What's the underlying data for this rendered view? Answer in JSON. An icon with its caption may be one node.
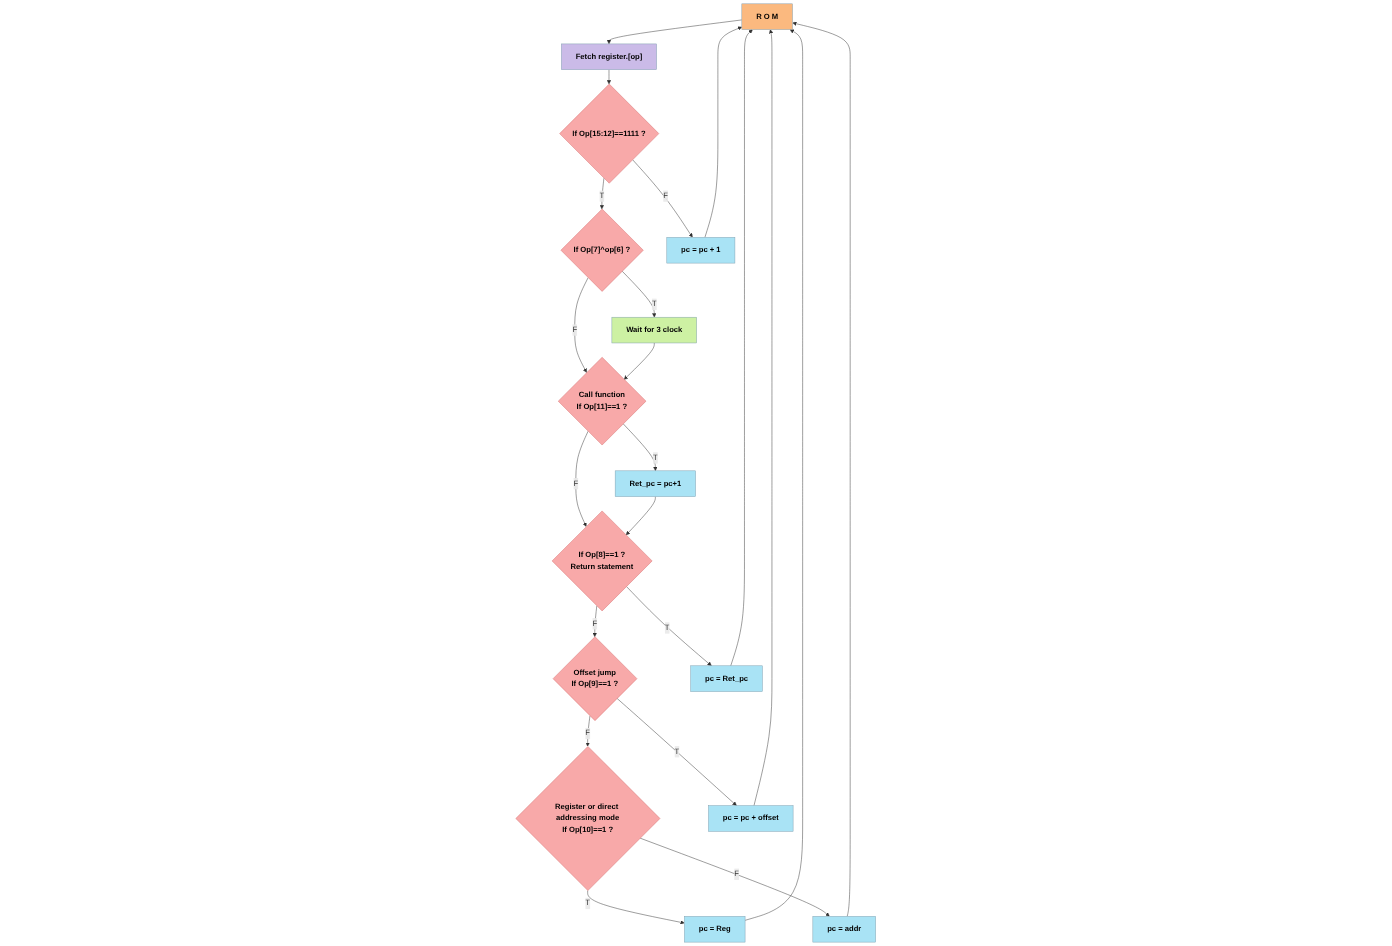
{
  "diagram": {
    "nodes": [
      {
        "text": [
          "R O M"
        ]
      },
      {
        "text": [
          "Fetch register.[op]"
        ]
      },
      {
        "text": [
          "If Op[15:12]==1111 ?"
        ]
      },
      {
        "text": [
          "If Op[7]^op[6] ?"
        ]
      },
      {
        "text": [
          "Wait for 3 clock"
        ]
      },
      {
        "text": [
          "pc = pc + 1"
        ]
      },
      {
        "text": [
          "Call function",
          "If Op[11]==1 ?"
        ]
      },
      {
        "text": [
          "Ret_pc = pc+1"
        ]
      },
      {
        "text": [
          "If Op[8]==1 ?",
          "Return statement"
        ]
      },
      {
        "text": [
          "Offset jump",
          "If Op[9]==1 ?"
        ]
      },
      {
        "text": [
          "Register or direct addressing mode",
          "If Op[10]==1 ?"
        ]
      },
      {
        "text": [
          "pc = addr"
        ]
      },
      {
        "text": [
          "pc = Reg"
        ]
      },
      {
        "text": [
          "pc = pc + offset"
        ]
      },
      {
        "text": [
          "pc = Ret_pc"
        ]
      }
    ],
    "edges": [
      {
        "from": 0,
        "to": 1,
        "arrow": "to"
      },
      {
        "from": 1,
        "to": 2,
        "arrow": "to"
      },
      {
        "from": 2,
        "to": 3,
        "arrow": "to",
        "label": "T"
      },
      {
        "from": 2,
        "to": 5,
        "arrow": "to",
        "label": "F"
      },
      {
        "from": 5,
        "to": 0,
        "arrow": "to"
      },
      {
        "from": 3,
        "to": 4,
        "arrow": "to",
        "label": "T"
      },
      {
        "from": 3,
        "to": 6,
        "arrow": "to",
        "label": "F"
      },
      {
        "from": 4,
        "to": 6,
        "arrow": "to"
      },
      {
        "from": 6,
        "to": 7,
        "arrow": "to",
        "label": "T"
      },
      {
        "from": 6,
        "to": 8,
        "arrow": "to",
        "label": "F"
      },
      {
        "from": 7,
        "to": 8,
        "arrow": "to"
      },
      {
        "from": 8,
        "to": 14,
        "arrow": "to",
        "label": "T"
      },
      {
        "from": 8,
        "to": 9,
        "arrow": "to",
        "label": "F"
      },
      {
        "from": 9,
        "to": 13,
        "arrow": "to",
        "label": "T"
      },
      {
        "from": 9,
        "to": 10,
        "arrow": "to",
        "label": "F"
      },
      {
        "from": 10,
        "to": 12,
        "arrow": "to",
        "label": "T"
      },
      {
        "from": 10,
        "to": 11,
        "arrow": "to",
        "label": "F"
      },
      {
        "from": 11,
        "to": 0,
        "arrow": "to"
      },
      {
        "from": 12,
        "to": 0,
        "arrow": "to"
      },
      {
        "from": 13,
        "to": 0,
        "arrow": "to"
      },
      {
        "from": 14,
        "to": 0,
        "arrow": "to"
      }
    ]
  }
}
